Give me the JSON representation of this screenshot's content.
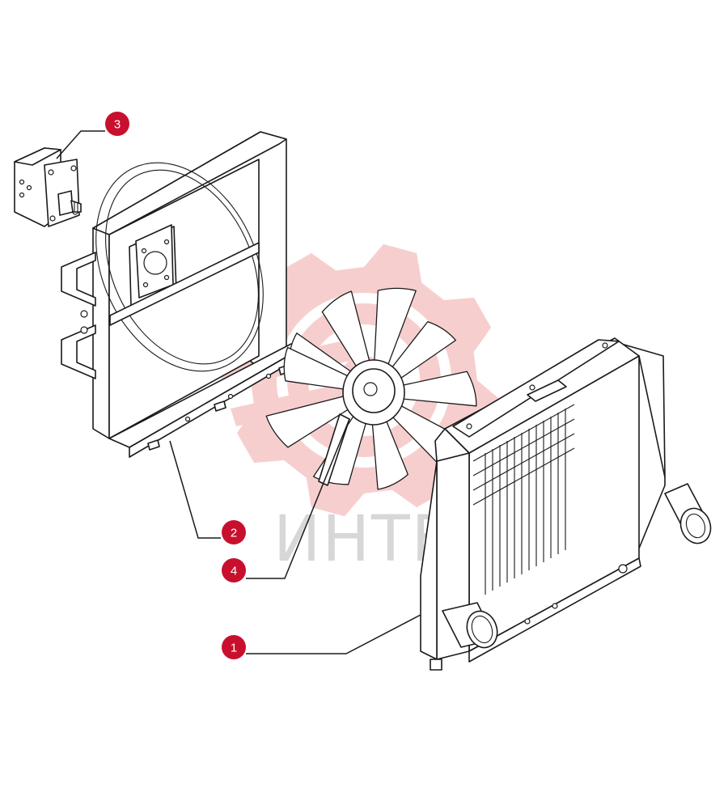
{
  "watermark": {
    "text": "ИНТЕХ",
    "text_color": "#d7d7d7",
    "gear_color": "#f6c6c6",
    "logo_icon": "gear-target-logo-icon"
  },
  "colors": {
    "callout": "#c8102e",
    "line": "#1a1a1a"
  },
  "callouts": [
    {
      "id": "3",
      "label": "3",
      "part": "hydraulic-pump"
    },
    {
      "id": "2",
      "label": "2",
      "part": "fan-shroud-frame"
    },
    {
      "id": "4",
      "label": "4",
      "part": "fan-impeller"
    },
    {
      "id": "1",
      "label": "1",
      "part": "radiator-cooler"
    }
  ]
}
